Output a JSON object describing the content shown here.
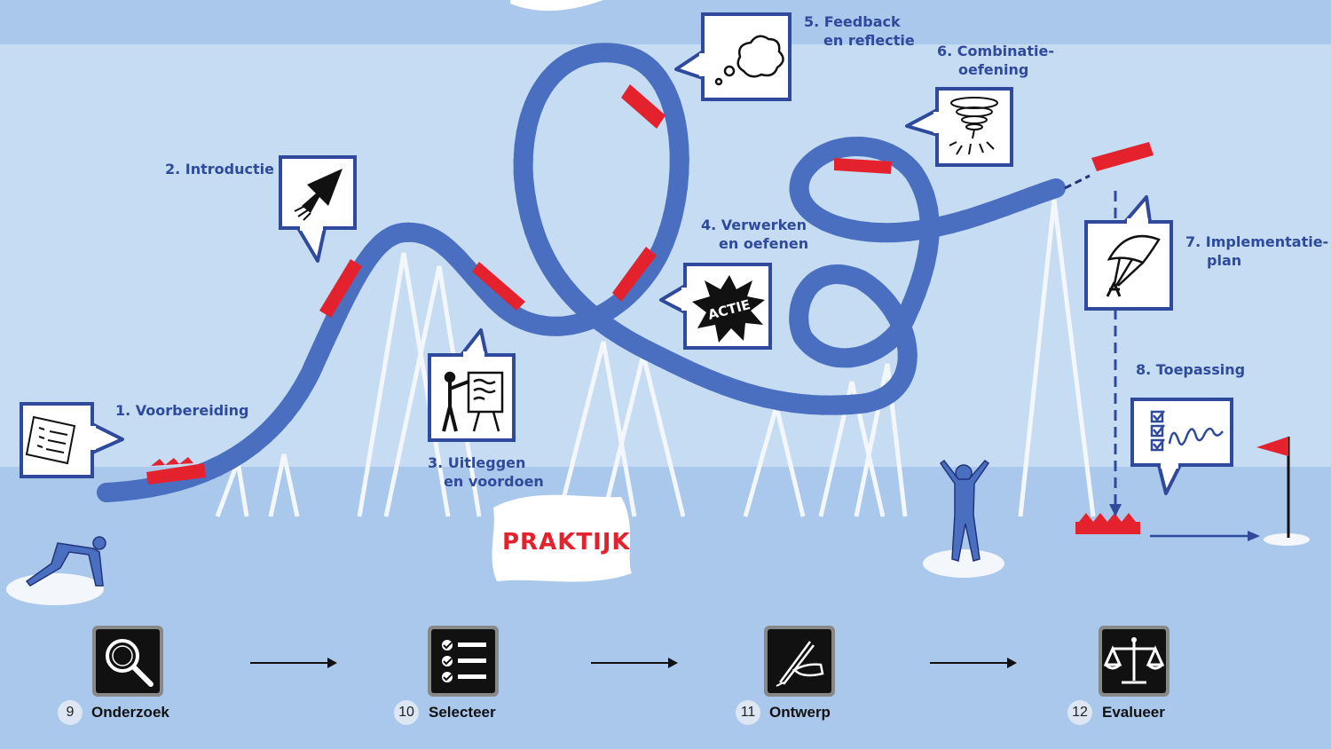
{
  "stations": [
    {
      "num": "1.",
      "label": "Voorbereiding",
      "icon": "checklist-icon"
    },
    {
      "num": "2.",
      "label": "Introductie",
      "icon": "rocket-icon"
    },
    {
      "num": "3.",
      "label": "Uitleggen\nen voordoen",
      "icon": "presenter-icon"
    },
    {
      "num": "4.",
      "label": "Verwerken\nen oefenen",
      "icon": "actie-burst-icon"
    },
    {
      "num": "5.",
      "label": "Feedback\nen reflectie",
      "icon": "thought-cloud-icon"
    },
    {
      "num": "6.",
      "label": "Combinatie-\noefening",
      "icon": "tornado-icon"
    },
    {
      "num": "7.",
      "label": "Implementatie-\nplan",
      "icon": "parachute-icon"
    },
    {
      "num": "8.",
      "label": "Toepassing",
      "icon": "checklist-signature-icon"
    }
  ],
  "actie_text": "ACTIE",
  "praktijk": "PRAKTIJK",
  "steps": [
    {
      "num": "9",
      "label": "Onderzoek",
      "icon": "magnifier-icon"
    },
    {
      "num": "10",
      "label": "Selecteer",
      "icon": "checklist-icon"
    },
    {
      "num": "11",
      "label": "Ontwerp",
      "icon": "pen-hand-icon"
    },
    {
      "num": "12",
      "label": "Evalueer",
      "icon": "scales-icon"
    }
  ],
  "colors": {
    "track": "#4b6fc0",
    "car": "#e3222d",
    "sky": "#c5dcf3",
    "ground": "#a9c8eb",
    "text": "#2f4a9c"
  }
}
